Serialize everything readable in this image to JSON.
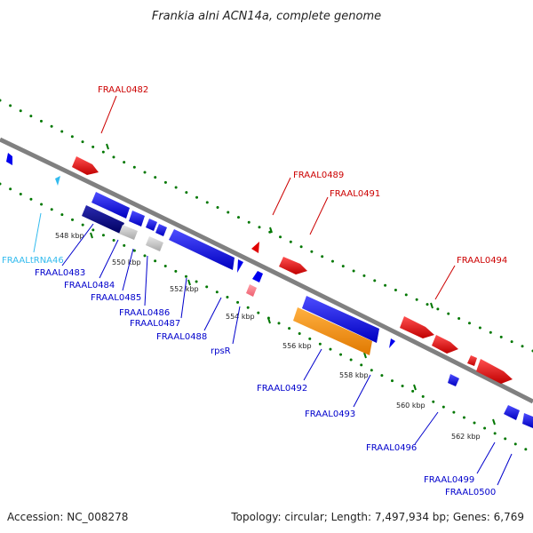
{
  "title": "Frankia alni ACN14a, complete genome",
  "footer": {
    "accession": "Accession: NC_008278",
    "topology": "Topology: circular; Length: 7,497,934 bp; Genes: 6,769"
  },
  "colors": {
    "forward_gene": "#e00000",
    "reverse_gene": "#0000ee",
    "dark_gene": "#000080",
    "highlight_gene": "#ff8c00",
    "pseudo_gene": "#bbbbbb",
    "rna_feature": "#33bbee",
    "rna_forward": "#ff7788",
    "backbone": "#808080",
    "tick_dots": "#007700"
  },
  "ticks": [
    "548 kbp",
    "550 kbp",
    "552 kbp",
    "554 kbp",
    "556 kbp",
    "558 kbp",
    "560 kbp",
    "562 kbp"
  ],
  "labels": {
    "FRAAL0482": "FRAAL0482",
    "FRAAL0489": "FRAAL0489",
    "FRAAL0491": "FRAAL0491",
    "FRAAL0494": "FRAAL0494",
    "FRAALtRNA46": "FRAALtRNA46",
    "FRAAL0483": "FRAAL0483",
    "FRAAL0484": "FRAAL0484",
    "FRAAL0485": "FRAAL0485",
    "FRAAL0486": "FRAAL0486",
    "FRAAL0487": "FRAAL0487",
    "FRAAL0488": "FRAAL0488",
    "rpsR": "rpsR",
    "FRAAL0492": "FRAAL0492",
    "FRAAL0493": "FRAAL0493",
    "FRAAL0496": "FRAAL0496",
    "FRAAL0499": "FRAAL0499",
    "FRAAL0500": "FRAAL0500"
  }
}
